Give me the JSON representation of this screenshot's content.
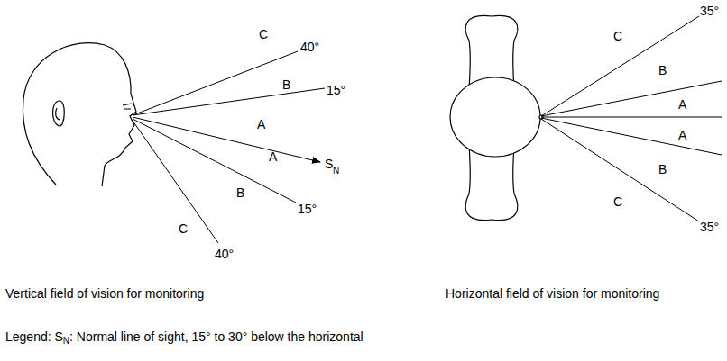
{
  "diagram": {
    "labels": [
      "C",
      "40°",
      "B",
      "15°",
      "A",
      "S",
      "N",
      "A",
      "15°",
      "B",
      "C",
      "40°",
      "C",
      "35°",
      "B",
      "A",
      "A",
      "B",
      "C",
      "35°",
      "Vertical field of vision for monitoring",
      "Horizontal field of vision for monitoring",
      "Legend: S",
      "N",
      ": Normal line of sight, 15° to 30° below the horizontal"
    ]
  }
}
